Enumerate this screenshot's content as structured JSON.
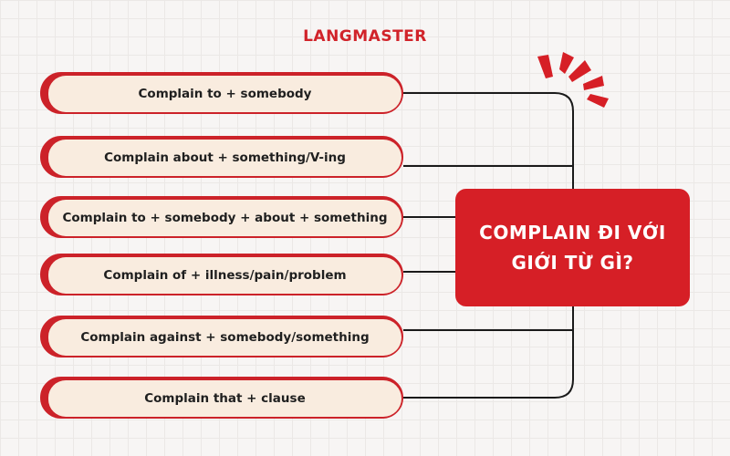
{
  "brand": {
    "name": "LANGMASTER",
    "color": "#d1232a"
  },
  "center": {
    "line1": "COMPLAIN ĐI VỚI",
    "line2": "GIỚI TỪ GÌ?"
  },
  "items": [
    {
      "label": "Complain to + somebody"
    },
    {
      "label": "Complain about + something/V-ing"
    },
    {
      "label": "Complain to + somebody + about + something"
    },
    {
      "label": "Complain of + illness/pain/problem"
    },
    {
      "label": "Complain against + somebody/something"
    },
    {
      "label": "Complain that + clause"
    }
  ],
  "colors": {
    "accent": "#d61f26",
    "pill_fill": "#f9ecdf",
    "line": "#1a1a1a"
  },
  "decoration": {
    "icon": "emphasis-burst-icon"
  }
}
